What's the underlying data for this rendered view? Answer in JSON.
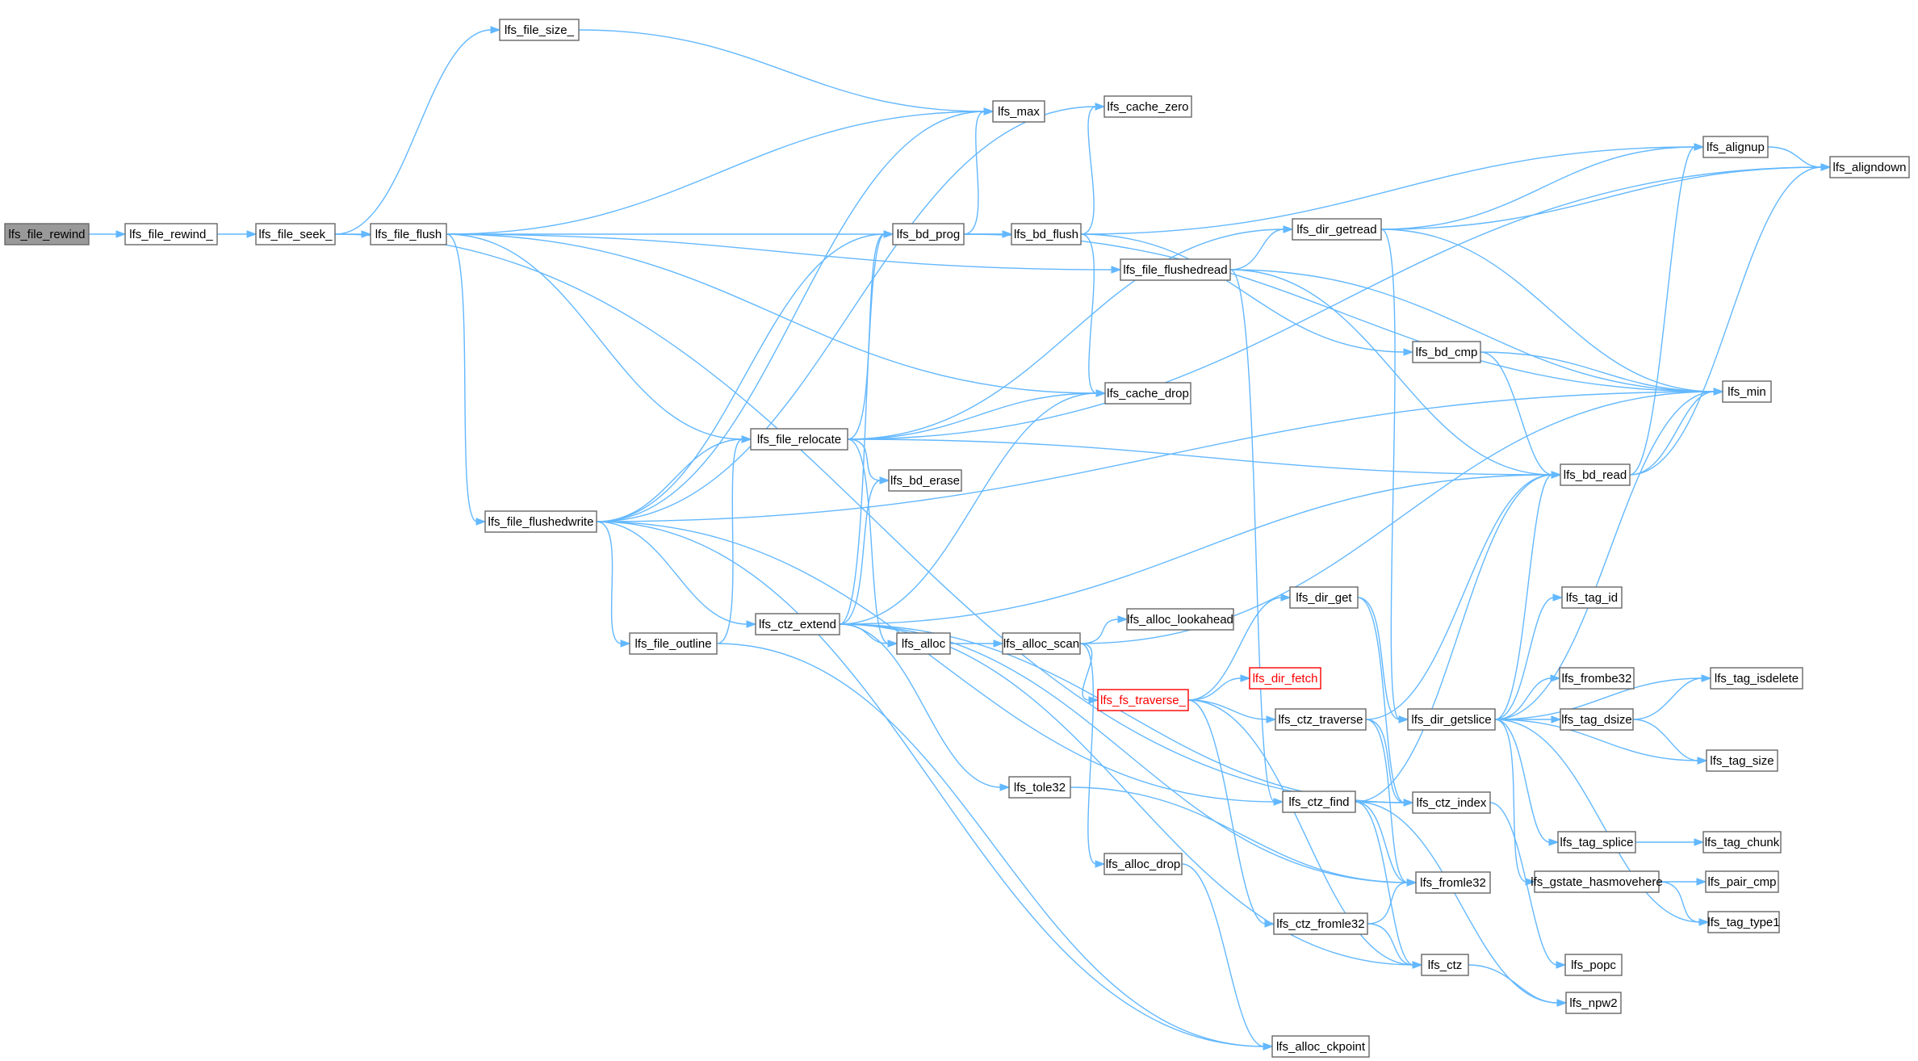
{
  "diagram": {
    "type": "call-graph",
    "colors": {
      "edge": "#63b8ff",
      "root_fill": "#999999",
      "node_border": "#666666",
      "truncated": "#ff0000"
    },
    "nodes": [
      {
        "id": "lfs_file_rewind",
        "label": "lfs_file_rewind",
        "style": "root"
      },
      {
        "id": "lfs_file_rewind_",
        "label": "lfs_file_rewind_"
      },
      {
        "id": "lfs_file_seek_",
        "label": "lfs_file_seek_"
      },
      {
        "id": "lfs_file_size_",
        "label": "lfs_file_size_"
      },
      {
        "id": "lfs_file_flush",
        "label": "lfs_file_flush"
      },
      {
        "id": "lfs_max",
        "label": "lfs_max"
      },
      {
        "id": "lfs_cache_zero",
        "label": "lfs_cache_zero"
      },
      {
        "id": "lfs_bd_prog",
        "label": "lfs_bd_prog"
      },
      {
        "id": "lfs_bd_flush",
        "label": "lfs_bd_flush"
      },
      {
        "id": "lfs_file_flushedread",
        "label": "lfs_file_flushedread"
      },
      {
        "id": "lfs_dir_getread",
        "label": "lfs_dir_getread"
      },
      {
        "id": "lfs_alignup",
        "label": "lfs_alignup"
      },
      {
        "id": "lfs_aligndown",
        "label": "lfs_aligndown"
      },
      {
        "id": "lfs_bd_cmp",
        "label": "lfs_bd_cmp"
      },
      {
        "id": "lfs_cache_drop",
        "label": "lfs_cache_drop"
      },
      {
        "id": "lfs_min",
        "label": "lfs_min"
      },
      {
        "id": "lfs_file_relocate",
        "label": "lfs_file_relocate"
      },
      {
        "id": "lfs_bd_read",
        "label": "lfs_bd_read"
      },
      {
        "id": "lfs_bd_erase",
        "label": "lfs_bd_erase"
      },
      {
        "id": "lfs_file_flushedwrite",
        "label": "lfs_file_flushedwrite"
      },
      {
        "id": "lfs_ctz_extend",
        "label": "lfs_ctz_extend"
      },
      {
        "id": "lfs_file_outline",
        "label": "lfs_file_outline"
      },
      {
        "id": "lfs_alloc",
        "label": "lfs_alloc"
      },
      {
        "id": "lfs_alloc_scan",
        "label": "lfs_alloc_scan"
      },
      {
        "id": "lfs_alloc_lookahead",
        "label": "lfs_alloc_lookahead"
      },
      {
        "id": "lfs_dir_get",
        "label": "lfs_dir_get"
      },
      {
        "id": "lfs_fs_traverse_",
        "label": "lfs_fs_traverse_",
        "style": "truncated"
      },
      {
        "id": "lfs_dir_fetch",
        "label": "lfs_dir_fetch",
        "style": "truncated"
      },
      {
        "id": "lfs_ctz_traverse",
        "label": "lfs_ctz_traverse"
      },
      {
        "id": "lfs_dir_getslice",
        "label": "lfs_dir_getslice"
      },
      {
        "id": "lfs_tag_id",
        "label": "lfs_tag_id"
      },
      {
        "id": "lfs_frombe32",
        "label": "lfs_frombe32"
      },
      {
        "id": "lfs_tag_isdelete",
        "label": "lfs_tag_isdelete"
      },
      {
        "id": "lfs_tag_dsize",
        "label": "lfs_tag_dsize"
      },
      {
        "id": "lfs_tag_size",
        "label": "lfs_tag_size"
      },
      {
        "id": "lfs_tole32",
        "label": "lfs_tole32"
      },
      {
        "id": "lfs_ctz_find",
        "label": "lfs_ctz_find"
      },
      {
        "id": "lfs_ctz_index",
        "label": "lfs_ctz_index"
      },
      {
        "id": "lfs_tag_splice",
        "label": "lfs_tag_splice"
      },
      {
        "id": "lfs_tag_chunk",
        "label": "lfs_tag_chunk"
      },
      {
        "id": "lfs_alloc_drop",
        "label": "lfs_alloc_drop"
      },
      {
        "id": "lfs_fromle32",
        "label": "lfs_fromle32"
      },
      {
        "id": "lfs_gstate_hasmovehere",
        "label": "lfs_gstate_hasmovehere"
      },
      {
        "id": "lfs_pair_cmp",
        "label": "lfs_pair_cmp"
      },
      {
        "id": "lfs_ctz_fromle32",
        "label": "lfs_ctz_fromle32"
      },
      {
        "id": "lfs_tag_type1",
        "label": "lfs_tag_type1"
      },
      {
        "id": "lfs_popc",
        "label": "lfs_popc"
      },
      {
        "id": "lfs_ctz",
        "label": "lfs_ctz"
      },
      {
        "id": "lfs_npw2",
        "label": "lfs_npw2"
      },
      {
        "id": "lfs_alloc_ckpoint",
        "label": "lfs_alloc_ckpoint"
      }
    ],
    "edges": [
      {
        "from": "lfs_file_rewind",
        "to": "lfs_file_rewind_"
      },
      {
        "from": "lfs_file_rewind_",
        "to": "lfs_file_seek_"
      },
      {
        "from": "lfs_file_seek_",
        "to": "lfs_file_size_"
      },
      {
        "from": "lfs_file_seek_",
        "to": "lfs_file_flush"
      },
      {
        "from": "lfs_file_seek_",
        "to": "lfs_ctz_index"
      },
      {
        "from": "lfs_file_size_",
        "to": "lfs_max"
      },
      {
        "from": "lfs_file_flush",
        "to": "lfs_file_flushedread"
      },
      {
        "from": "lfs_file_flush",
        "to": "lfs_max"
      },
      {
        "from": "lfs_file_flush",
        "to": "lfs_bd_flush"
      },
      {
        "from": "lfs_file_flush",
        "to": "lfs_cache_drop"
      },
      {
        "from": "lfs_file_flush",
        "to": "lfs_file_relocate"
      },
      {
        "from": "lfs_file_flush",
        "to": "lfs_file_flushedwrite"
      },
      {
        "from": "lfs_file_flushedwrite",
        "to": "lfs_cache_zero"
      },
      {
        "from": "lfs_file_flushedwrite",
        "to": "lfs_max"
      },
      {
        "from": "lfs_file_flushedwrite",
        "to": "lfs_bd_prog"
      },
      {
        "from": "lfs_file_flushedwrite",
        "to": "lfs_file_relocate"
      },
      {
        "from": "lfs_file_flushedwrite",
        "to": "lfs_min"
      },
      {
        "from": "lfs_file_flushedwrite",
        "to": "lfs_ctz_extend"
      },
      {
        "from": "lfs_file_flushedwrite",
        "to": "lfs_file_outline"
      },
      {
        "from": "lfs_file_flushedwrite",
        "to": "lfs_ctz_find"
      },
      {
        "from": "lfs_file_flushedwrite",
        "to": "lfs_alloc_ckpoint"
      },
      {
        "from": "lfs_bd_prog",
        "to": "lfs_max"
      },
      {
        "from": "lfs_bd_prog",
        "to": "lfs_bd_flush"
      },
      {
        "from": "lfs_bd_prog",
        "to": "lfs_min"
      },
      {
        "from": "lfs_bd_flush",
        "to": "lfs_cache_zero"
      },
      {
        "from": "lfs_bd_flush",
        "to": "lfs_alignup"
      },
      {
        "from": "lfs_bd_flush",
        "to": "lfs_bd_cmp"
      },
      {
        "from": "lfs_bd_flush",
        "to": "lfs_cache_drop"
      },
      {
        "from": "lfs_file_flushedread",
        "to": "lfs_dir_getread"
      },
      {
        "from": "lfs_file_flushedread",
        "to": "lfs_min"
      },
      {
        "from": "lfs_file_flushedread",
        "to": "lfs_bd_read"
      },
      {
        "from": "lfs_file_flushedread",
        "to": "lfs_ctz_find"
      },
      {
        "from": "lfs_dir_getread",
        "to": "lfs_alignup"
      },
      {
        "from": "lfs_dir_getread",
        "to": "lfs_aligndown"
      },
      {
        "from": "lfs_dir_getread",
        "to": "lfs_min"
      },
      {
        "from": "lfs_dir_getread",
        "to": "lfs_dir_getslice"
      },
      {
        "from": "lfs_alignup",
        "to": "lfs_aligndown"
      },
      {
        "from": "lfs_bd_cmp",
        "to": "lfs_min"
      },
      {
        "from": "lfs_bd_cmp",
        "to": "lfs_bd_read"
      },
      {
        "from": "lfs_file_relocate",
        "to": "lfs_aligndown"
      },
      {
        "from": "lfs_file_relocate",
        "to": "lfs_bd_prog"
      },
      {
        "from": "lfs_file_relocate",
        "to": "lfs_dir_getread"
      },
      {
        "from": "lfs_file_relocate",
        "to": "lfs_cache_drop"
      },
      {
        "from": "lfs_file_relocate",
        "to": "lfs_bd_read"
      },
      {
        "from": "lfs_file_relocate",
        "to": "lfs_bd_erase"
      },
      {
        "from": "lfs_file_relocate",
        "to": "lfs_alloc"
      },
      {
        "from": "lfs_file_outline",
        "to": "lfs_file_relocate"
      },
      {
        "from": "lfs_file_outline",
        "to": "lfs_alloc_ckpoint"
      },
      {
        "from": "lfs_bd_read",
        "to": "lfs_alignup"
      },
      {
        "from": "lfs_bd_read",
        "to": "lfs_aligndown"
      },
      {
        "from": "lfs_bd_read",
        "to": "lfs_min"
      },
      {
        "from": "lfs_ctz_extend",
        "to": "lfs_bd_prog"
      },
      {
        "from": "lfs_ctz_extend",
        "to": "lfs_cache_drop"
      },
      {
        "from": "lfs_ctz_extend",
        "to": "lfs_bd_read"
      },
      {
        "from": "lfs_ctz_extend",
        "to": "lfs_bd_erase"
      },
      {
        "from": "lfs_ctz_extend",
        "to": "lfs_alloc"
      },
      {
        "from": "lfs_ctz_extend",
        "to": "lfs_tole32"
      },
      {
        "from": "lfs_ctz_extend",
        "to": "lfs_ctz_index"
      },
      {
        "from": "lfs_ctz_extend",
        "to": "lfs_fromle32"
      },
      {
        "from": "lfs_ctz_extend",
        "to": "lfs_ctz"
      },
      {
        "from": "lfs_alloc",
        "to": "lfs_alloc_scan"
      },
      {
        "from": "lfs_alloc_scan",
        "to": "lfs_alloc_lookahead"
      },
      {
        "from": "lfs_alloc_scan",
        "to": "lfs_fs_traverse_"
      },
      {
        "from": "lfs_alloc_scan",
        "to": "lfs_min"
      },
      {
        "from": "lfs_alloc_scan",
        "to": "lfs_alloc_drop"
      },
      {
        "from": "lfs_alloc_drop",
        "to": "lfs_alloc_ckpoint"
      },
      {
        "from": "lfs_fs_traverse_",
        "to": "lfs_dir_get"
      },
      {
        "from": "lfs_fs_traverse_",
        "to": "lfs_dir_fetch"
      },
      {
        "from": "lfs_fs_traverse_",
        "to": "lfs_ctz_traverse"
      },
      {
        "from": "lfs_fs_traverse_",
        "to": "lfs_ctz_fromle32"
      },
      {
        "from": "lfs_fs_traverse_",
        "to": "lfs_ctz"
      },
      {
        "from": "lfs_dir_get",
        "to": "lfs_dir_getslice"
      },
      {
        "from": "lfs_dir_get",
        "to": "lfs_ctz_index"
      },
      {
        "from": "lfs_ctz_traverse",
        "to": "lfs_bd_read"
      },
      {
        "from": "lfs_ctz_traverse",
        "to": "lfs_ctz_index"
      },
      {
        "from": "lfs_ctz_traverse",
        "to": "lfs_fromle32"
      },
      {
        "from": "lfs_dir_getslice",
        "to": "lfs_min"
      },
      {
        "from": "lfs_dir_getslice",
        "to": "lfs_bd_read"
      },
      {
        "from": "lfs_dir_getslice",
        "to": "lfs_tag_id"
      },
      {
        "from": "lfs_dir_getslice",
        "to": "lfs_frombe32"
      },
      {
        "from": "lfs_dir_getslice",
        "to": "lfs_tag_isdelete"
      },
      {
        "from": "lfs_dir_getslice",
        "to": "lfs_tag_dsize"
      },
      {
        "from": "lfs_dir_getslice",
        "to": "lfs_tag_size"
      },
      {
        "from": "lfs_dir_getslice",
        "to": "lfs_tag_splice"
      },
      {
        "from": "lfs_dir_getslice",
        "to": "lfs_gstate_hasmovehere"
      },
      {
        "from": "lfs_dir_getslice",
        "to": "lfs_tag_type1"
      },
      {
        "from": "lfs_tag_dsize",
        "to": "lfs_tag_isdelete"
      },
      {
        "from": "lfs_tag_dsize",
        "to": "lfs_tag_size"
      },
      {
        "from": "lfs_tag_splice",
        "to": "lfs_tag_chunk"
      },
      {
        "from": "lfs_gstate_hasmovehere",
        "to": "lfs_pair_cmp"
      },
      {
        "from": "lfs_gstate_hasmovehere",
        "to": "lfs_tag_type1"
      },
      {
        "from": "lfs_tole32",
        "to": "lfs_fromle32"
      },
      {
        "from": "lfs_ctz_find",
        "to": "lfs_bd_read"
      },
      {
        "from": "lfs_ctz_find",
        "to": "lfs_ctz_index"
      },
      {
        "from": "lfs_ctz_find",
        "to": "lfs_fromle32"
      },
      {
        "from": "lfs_ctz_find",
        "to": "lfs_ctz"
      },
      {
        "from": "lfs_ctz_find",
        "to": "lfs_npw2"
      },
      {
        "from": "lfs_ctz_index",
        "to": "lfs_popc"
      },
      {
        "from": "lfs_ctz_fromle32",
        "to": "lfs_fromle32"
      },
      {
        "from": "lfs_ctz_fromle32",
        "to": "lfs_ctz"
      },
      {
        "from": "lfs_ctz",
        "to": "lfs_npw2"
      }
    ]
  }
}
